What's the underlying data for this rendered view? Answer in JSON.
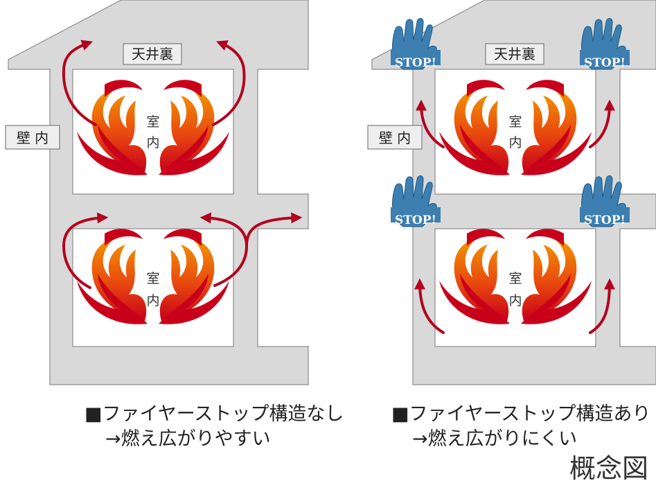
{
  "labels": {
    "attic": "天井裏",
    "wall": "壁 内",
    "room_line1": "室",
    "room_line2": "内",
    "stop": "STOP!"
  },
  "captions": {
    "left_line1": "■ファイヤーストップ構造なし",
    "left_line2": "→燃え広がりやすい",
    "right_line1": "■ファイヤーストップ構造あり",
    "right_line2": "→燃え広がりにくい"
  },
  "figure_note": "概念図",
  "colors": {
    "wall_fill": "#d9d9d9",
    "wall_stroke": "#8c8c8c",
    "arrow": "#b2001e",
    "flame_outer": "#c8001a",
    "flame_inner": "#f39800",
    "stop_hand": "#3c7fb0",
    "stop_text": "#ffffff"
  },
  "icons": [
    "flame-icon",
    "arrow-icon",
    "stop-hand-icon"
  ]
}
